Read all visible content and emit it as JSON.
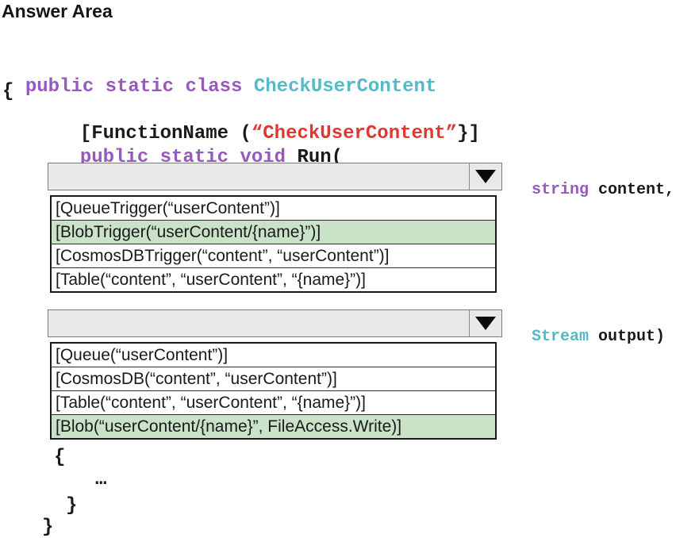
{
  "title": "Answer Area",
  "palette": {
    "keyword_purple": "#9659BE",
    "type_teal": "#55B9C8",
    "string_red": "#DE3831",
    "code_black": "#1a1a1a",
    "selected_green_bg": "#C9E2C8",
    "dropdown_gray_bg": "#E9E9E9"
  },
  "code": {
    "class_declaration": {
      "keywords": "public static class ",
      "class_name": "CheckUserContent"
    },
    "class_open_brace": "{",
    "function_attribute": {
      "prefix": "[FunctionName (",
      "string": "“CheckUserContent”",
      "suffix": "}]"
    },
    "method_signature": {
      "keywords": "public static void ",
      "method_name": "Run("
    },
    "param1": {
      "type": "string",
      "rest": " content,"
    },
    "param2": {
      "type": "Stream",
      "rest": " output)"
    },
    "method_body_open": "{",
    "method_body_ellipsis": "…",
    "method_body_close": "}",
    "class_close_brace": "}"
  },
  "trigger_dropdown": {
    "selected_value": "",
    "options": [
      {
        "label": "[QueueTrigger(“userContent”)]",
        "selected": false
      },
      {
        "label": "[BlobTrigger(“userContent/{name}”)]",
        "selected": true
      },
      {
        "label": "[CosmosDBTrigger(“content”, “userContent”)]",
        "selected": false
      },
      {
        "label": "[Table(“content”, “userContent”, “{name}”)]",
        "selected": false
      }
    ]
  },
  "output_dropdown": {
    "selected_value": "",
    "options": [
      {
        "label": "[Queue(“userContent”)]",
        "selected": false
      },
      {
        "label": "[CosmosDB(“content”, “userContent”)]",
        "selected": false
      },
      {
        "label": "[Table(“content”, “userContent”, “{name}”)]",
        "selected": false
      },
      {
        "label": "[Blob(“userContent/{name}”, FileAccess.Write)]",
        "selected": true
      }
    ]
  }
}
